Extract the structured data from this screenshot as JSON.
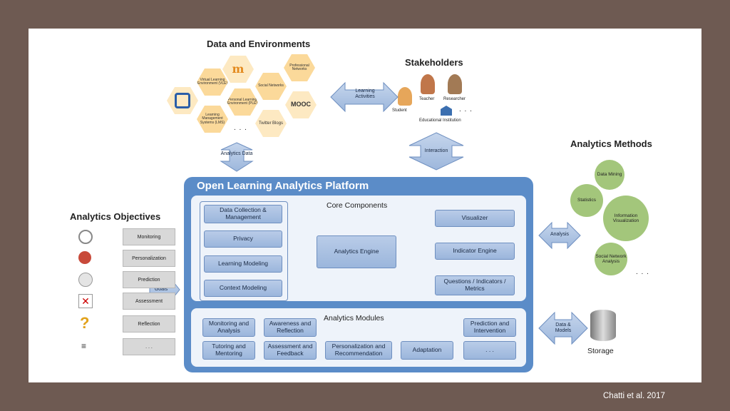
{
  "titles": {
    "data_env": "Data and Environments",
    "stakeholders": "Stakeholders",
    "methods": "Analytics Methods",
    "objectives": "Analytics Objectives",
    "platform": "Open Learning Analytics Platform",
    "core": "Core Components",
    "modules": "Analytics Modules",
    "storage": "Storage"
  },
  "environments": {
    "vle": "Virtual Learning Environment (VLE)",
    "ple": "Personal Learning Environment (PLE)",
    "social": "Social Networks",
    "professional": "Professional Networks",
    "lms": "Learning Management Systems (LMS)",
    "mooc": "MOOC",
    "twitter": "Twitter",
    "blogs": "Blogs",
    "more": ". . ."
  },
  "stakeholders": {
    "student": "Student",
    "teacher": "Teacher",
    "researcher": "Researcher",
    "institution": "Educational Institution",
    "more": ". . ."
  },
  "arrows": {
    "learning_activities": "Learning Activities",
    "analytics_data": "Analytics Data",
    "interaction": "Interaction",
    "analysis": "Analysis",
    "goals": "Goals",
    "data_models": "Data & Models"
  },
  "core_left": [
    "Data Collection & Management",
    "Privacy",
    "Learning Modeling",
    "Context Modeling"
  ],
  "engine": "Analytics Engine",
  "core_right": [
    "Visualizer",
    "Indicator Engine",
    "Questions / Indicators / Metrics"
  ],
  "modules": {
    "row1": [
      "Monitoring and Analysis",
      "Awareness and Reflection",
      "Prediction and Intervention"
    ],
    "row2": [
      "Tutoring and Mentoring",
      "Assessment and Feedback",
      "Personalization and Recommendation",
      "Adaptation",
      ". . ."
    ]
  },
  "objectives": [
    "Monitoring",
    "Personalization",
    "Prediction",
    "Assessment",
    "Reflection",
    ". . ."
  ],
  "methods": {
    "data_mining": "Data Mining",
    "statistics": "Statistics",
    "info_vis": "Information Visualization",
    "sna": "Social Network Analysis",
    "more": ". . ."
  },
  "citation": "Chatti et al. 2017",
  "colors": {
    "frame": "#6e5a52",
    "platform": "#5b8cc8",
    "box": "#a9c1e2",
    "gear": "#a3c67b",
    "hex": "#fbd99a"
  }
}
